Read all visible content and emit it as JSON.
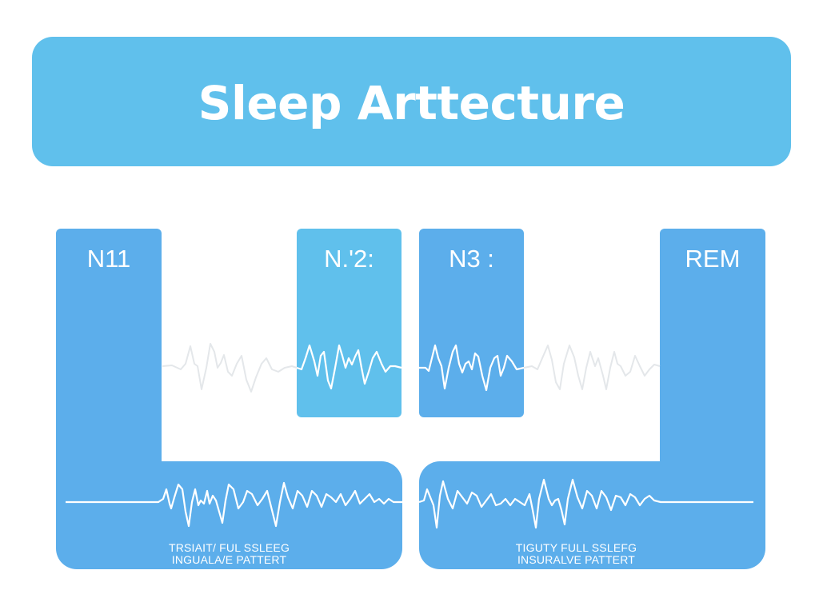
{
  "header": {
    "title": "Sleep Arttecture"
  },
  "stages": [
    {
      "id": "n1",
      "label": "N11"
    },
    {
      "id": "n2",
      "label": "N.'2:"
    },
    {
      "id": "n3",
      "label": "N3 :"
    },
    {
      "id": "rem",
      "label": "REM"
    }
  ],
  "captions": {
    "left": {
      "line1": "TRSIAIT/ FUL SSLEEG",
      "line2": "INGUALA/E PATTERT"
    },
    "right": {
      "line1": "TIGUTY FULL SSLEFG",
      "line2": "INSURALVE PATTERT"
    }
  },
  "colors": {
    "banner": "#60c0ec",
    "panel": "#5caeeb",
    "n2_panel": "#60c0ec",
    "wave_on_panel": "#ffffff",
    "wave_faded": "#e6e9ec",
    "background": "#ffffff"
  }
}
